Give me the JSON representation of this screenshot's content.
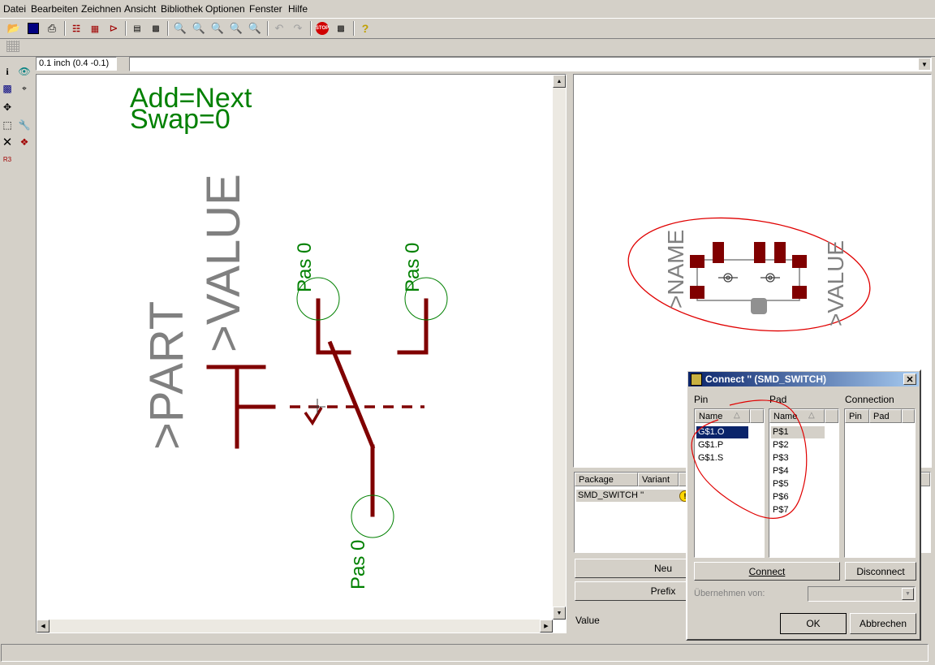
{
  "menu": [
    "Datei",
    "Bearbeiten",
    "Zeichnen",
    "Ansicht",
    "Bibliothek",
    "Optionen",
    "Fenster",
    "Hilfe"
  ],
  "coord_box": "0.1 inch (0.4 -0.1)",
  "schematic": {
    "text_add": "Add=Next",
    "text_swap": "Swap=0",
    "text_part": ">PART",
    "text_value": ">VALUE",
    "pin_labels": [
      "Pas 0",
      "Pas 0",
      "Pas 0"
    ]
  },
  "package_preview": {
    "name_label": ">NAME",
    "value_label": ">VALUE"
  },
  "package_list": {
    "headers": [
      "Package",
      "Variant"
    ],
    "rows": [
      "SMD_SWITCH ''"
    ]
  },
  "side_buttons": [
    "Neu",
    "Prefix"
  ],
  "value_label": "Value",
  "dialog": {
    "title": "Connect '' (SMD_SWITCH)",
    "pin_group": "Pin",
    "pad_group": "Pad",
    "conn_group": "Connection",
    "pin_header": "Name",
    "pad_header": "Name",
    "conn_headers": [
      "Pin",
      "Pad"
    ],
    "pins": [
      "G$1.O",
      "G$1.P",
      "G$1.S"
    ],
    "pads": [
      "P$1",
      "P$2",
      "P$3",
      "P$4",
      "P$5",
      "P$6",
      "P$7"
    ],
    "connect": "Connect",
    "disconnect": "Disconnect",
    "take_from": "Übernehmen von:",
    "ok": "OK",
    "cancel": "Abbrechen"
  },
  "colors": {
    "wire": "#800000",
    "text_green": "#008000",
    "text_gray": "#808080",
    "annot_red": "#e00000",
    "title_bar": "#0a246a"
  }
}
